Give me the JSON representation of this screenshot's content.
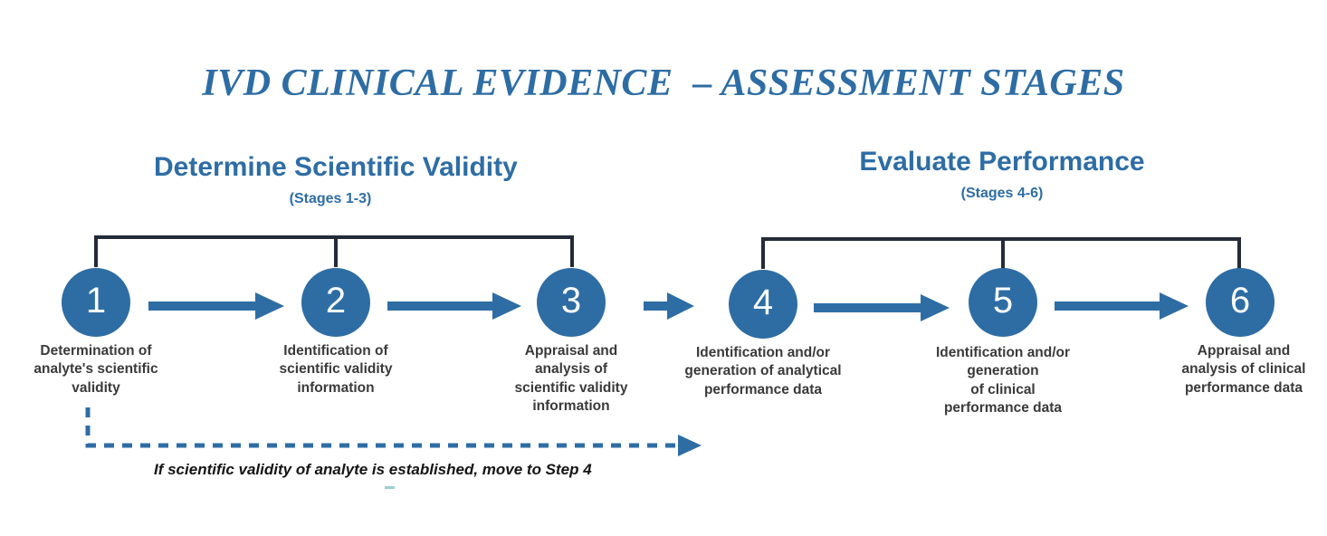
{
  "title": "IVD CLINICAL EVIDENCE  – ASSESSMENT STAGES",
  "colors": {
    "accent_blue": "#2E6DA4",
    "bracket_dark": "#242B38",
    "caption_gray": "#3A3A3A",
    "background": "#FFFFFF"
  },
  "groups": [
    {
      "name": "determine-scientific-validity",
      "title": "Determine Scientific Validity",
      "subtitle": "(Stages 1-3)"
    },
    {
      "name": "evaluate-performance",
      "title": "Evaluate Performance",
      "subtitle": "(Stages 4-6)"
    }
  ],
  "stages": [
    {
      "number": "1",
      "caption": "Determination of\nanalyte's scientific\nvalidity"
    },
    {
      "number": "2",
      "caption": "Identification of\nscientific validity\ninformation"
    },
    {
      "number": "3",
      "caption": "Appraisal and\nanalysis of\nscientific validity\ninformation"
    },
    {
      "number": "4",
      "caption": "Identification and/or\ngeneration of analytical\nperformance data"
    },
    {
      "number": "5",
      "caption": "Identification and/or\ngeneration\nof clinical\nperformance data"
    },
    {
      "number": "6",
      "caption": "Appraisal and\nanalysis of clinical\nperformance data"
    }
  ],
  "feedback": {
    "note": "If scientific validity of analyte is established, move to Step 4"
  }
}
